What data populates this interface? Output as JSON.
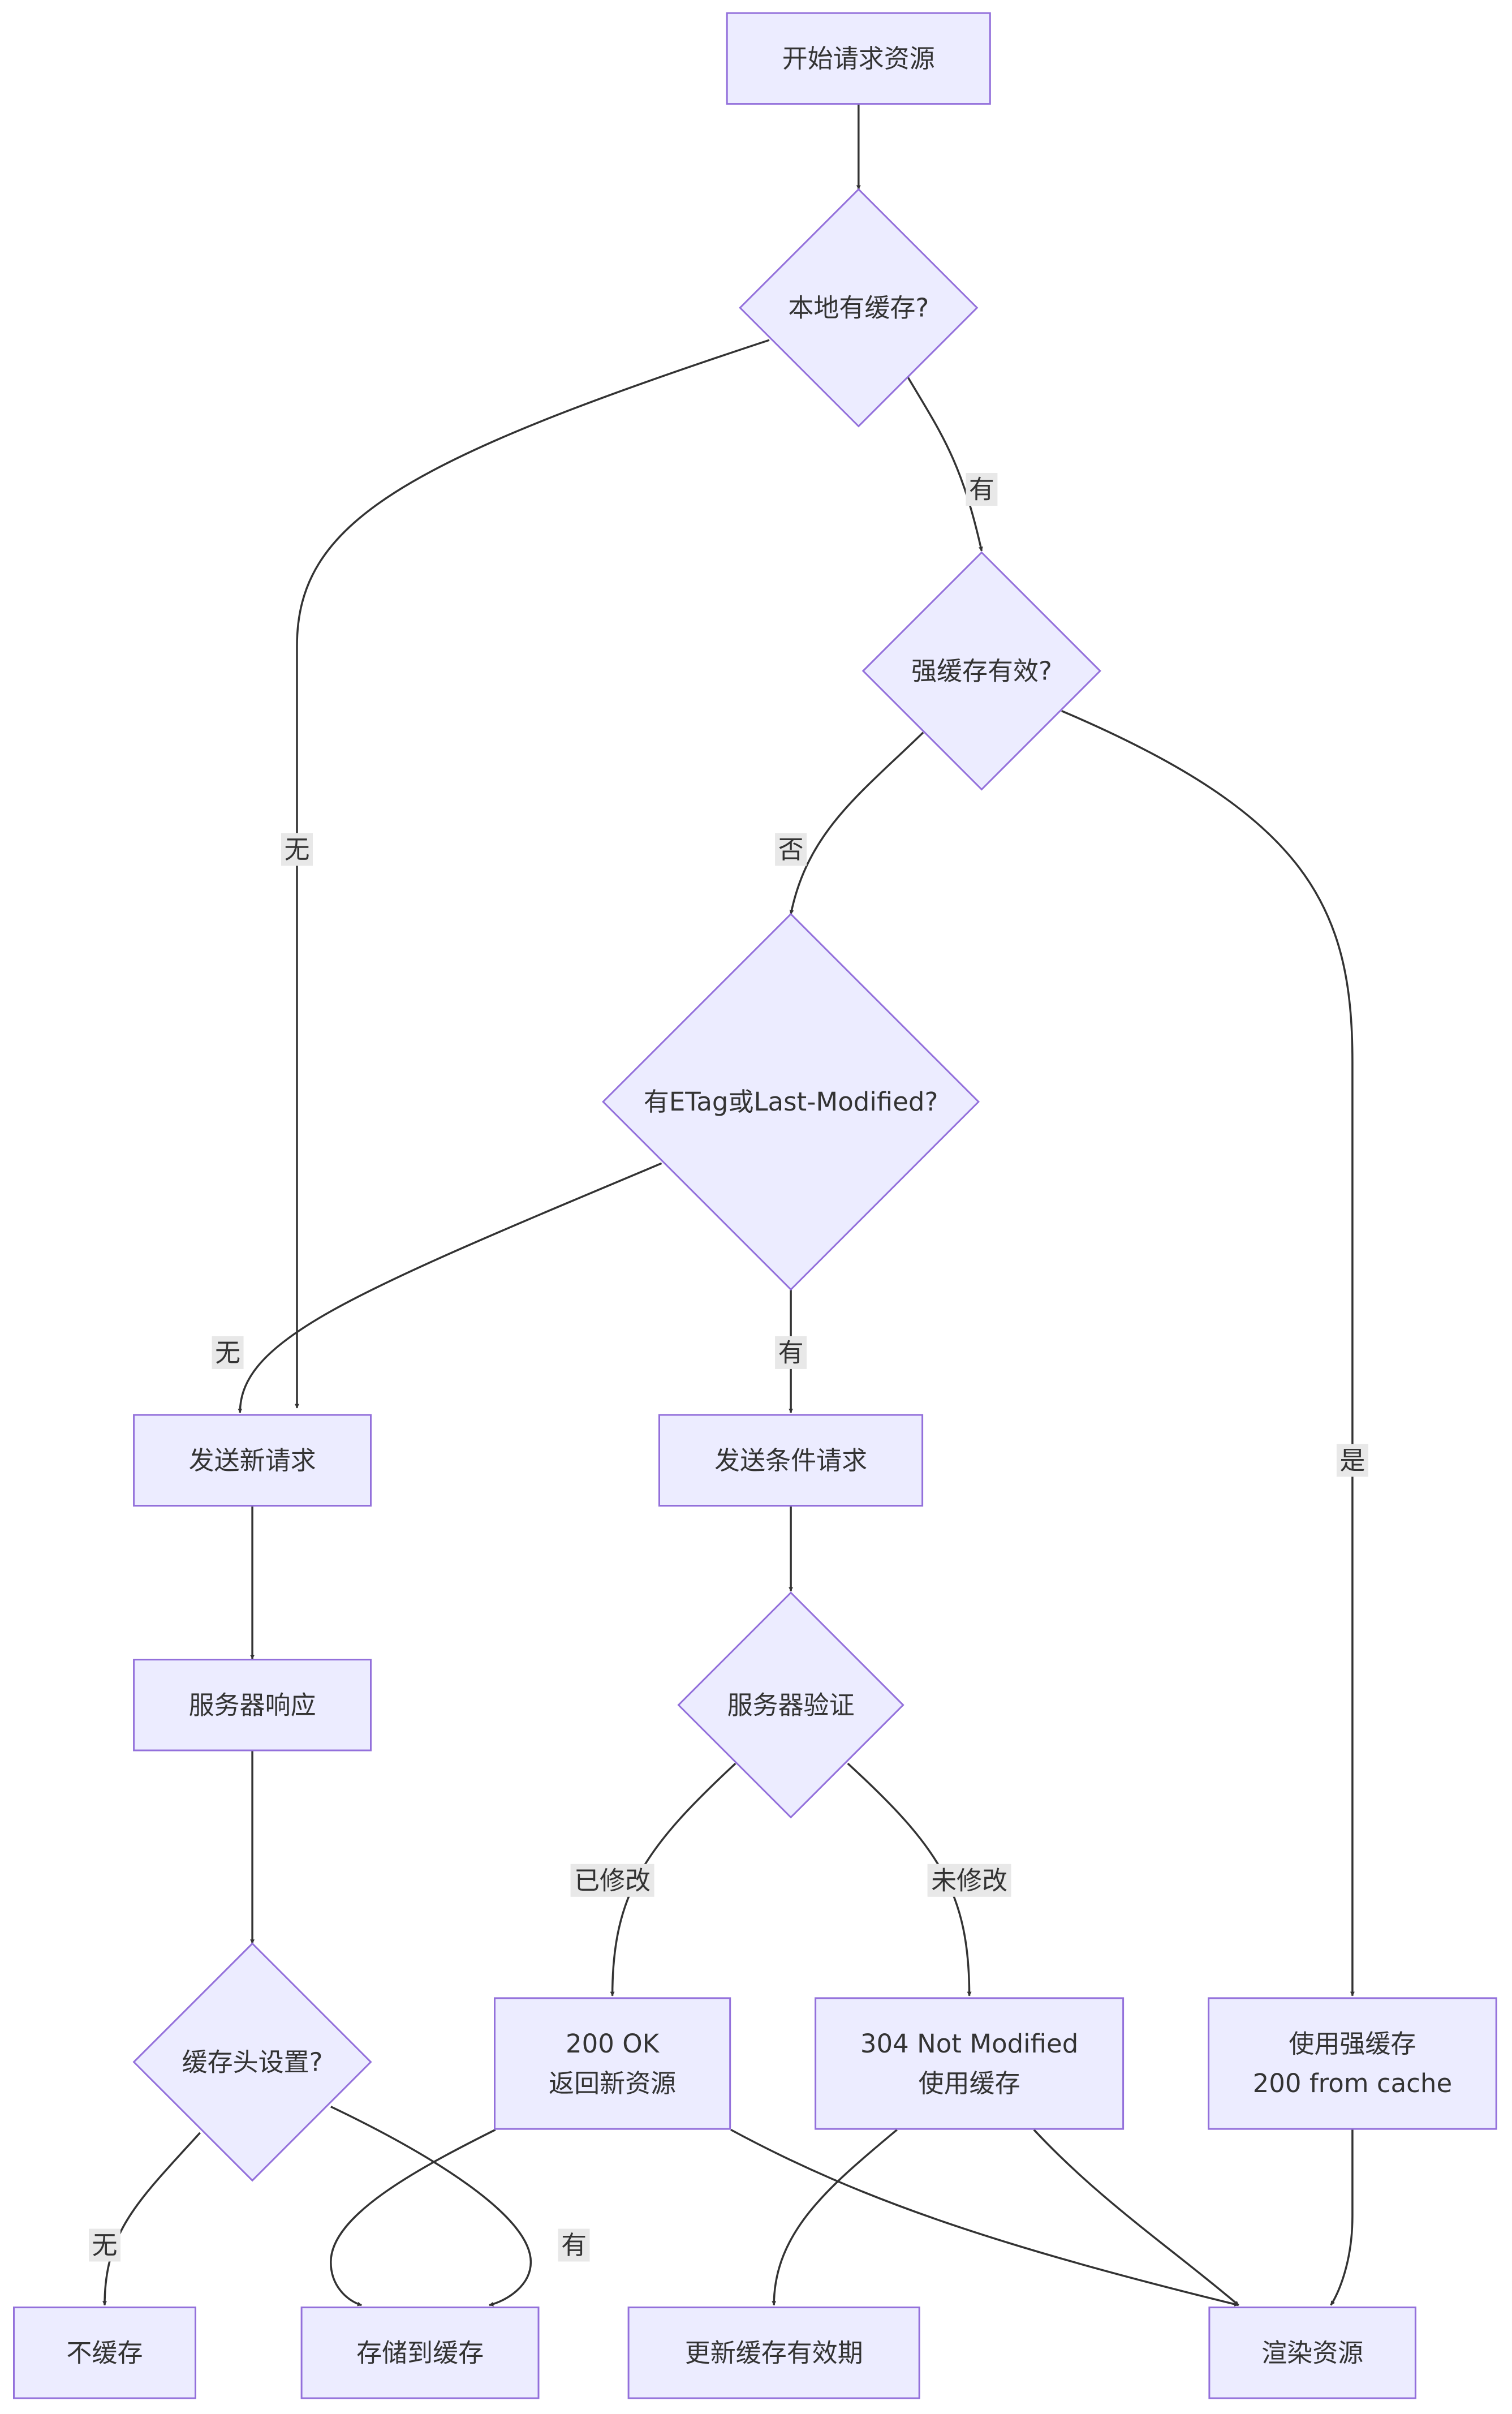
{
  "nodes": {
    "start": {
      "lines": [
        "开始请求资源"
      ]
    },
    "has_local_cache": {
      "lines": [
        "本地有缓存?"
      ]
    },
    "strong_cache_valid": {
      "lines": [
        "强缓存有效?"
      ]
    },
    "has_etag": {
      "lines": [
        "有ETag或Last-Modified?"
      ]
    },
    "send_new_request": {
      "lines": [
        "发送新请求"
      ]
    },
    "send_conditional_request": {
      "lines": [
        "发送条件请求"
      ]
    },
    "server_response": {
      "lines": [
        "服务器响应"
      ]
    },
    "server_validate": {
      "lines": [
        "服务器验证"
      ]
    },
    "cache_header_set": {
      "lines": [
        "缓存头设置?"
      ]
    },
    "ok_200": {
      "lines": [
        "200 OK",
        "返回新资源"
      ]
    },
    "not_modified_304": {
      "lines": [
        "304 Not Modified",
        "使用缓存"
      ]
    },
    "use_strong_cache": {
      "lines": [
        "使用强缓存",
        "200 from cache"
      ]
    },
    "no_cache": {
      "lines": [
        "不缓存"
      ]
    },
    "store_cache": {
      "lines": [
        "存储到缓存"
      ]
    },
    "update_expiry": {
      "lines": [
        "更新缓存有效期"
      ]
    },
    "render": {
      "lines": [
        "渲染资源"
      ]
    }
  },
  "edge_labels": {
    "local_cache_yes": "有",
    "local_cache_no": "无",
    "strong_no": "否",
    "strong_yes": "是",
    "etag_no": "无",
    "etag_yes": "有",
    "validate_modified": "已修改",
    "validate_not_modified": "未修改",
    "header_no": "无",
    "header_yes": "有"
  },
  "colors": {
    "node_fill": "#ECECFF",
    "node_stroke": "#9370DB",
    "edge": "#333333",
    "label_bg": "#e8e8e8",
    "text": "#333333"
  }
}
